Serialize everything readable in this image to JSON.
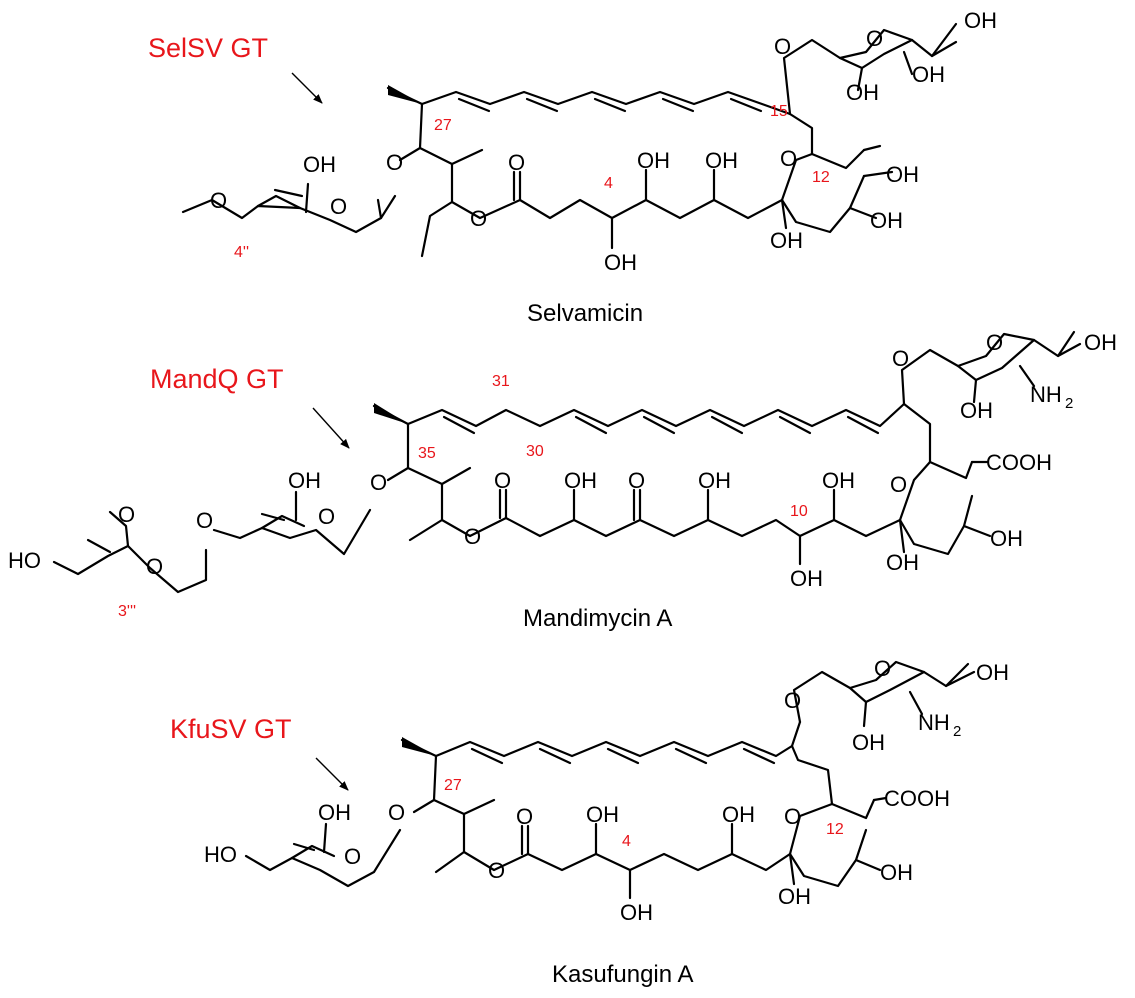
{
  "compounds": [
    {
      "name": "Selvamicin",
      "enzyme": "SelSV GT",
      "atom_labels": {
        "oh": "OH",
        "o": "O",
        "methoxy_o": "O"
      },
      "position_labels": {
        "p27": "27",
        "p15": "15",
        "p12": "12",
        "p4": "4",
        "p4pp": "4''"
      }
    },
    {
      "name": "Mandimycin A",
      "enzyme": "MandQ GT",
      "atom_labels": {
        "oh": "OH",
        "o": "O",
        "nh2": "NH",
        "nh2_sub": "2",
        "cooh": "COOH"
      },
      "position_labels": {
        "p31": "31",
        "p30": "30",
        "p35": "35",
        "p10": "10",
        "p3ppp": "3'''"
      }
    },
    {
      "name": "Kasufungin A",
      "enzyme": "KfuSV GT",
      "atom_labels": {
        "oh": "OH",
        "o": "O",
        "nh2": "NH",
        "nh2_sub": "2",
        "cooh": "COOH",
        "ho": "HO"
      },
      "position_labels": {
        "p27": "27",
        "p4": "4",
        "p12": "12"
      }
    }
  ],
  "colors": {
    "label": "#e8161b",
    "structure": "#000000"
  }
}
